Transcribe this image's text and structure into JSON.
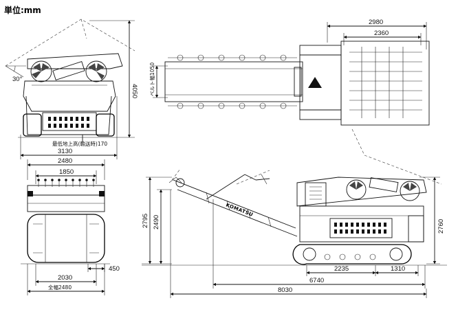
{
  "unit_label": "単位:mm",
  "brand_logo": "KOMATSU",
  "dimensions": {
    "front_angle": "30°",
    "front_height": "4050",
    "ground_clearance": "最低地上高(輸送時)170",
    "front_width": "3130",
    "top_overall_width": "2980",
    "top_hopper_width": "2360",
    "belt_width": "ベルト幅1050",
    "rear_overall_width": "2480",
    "rear_inner_width": "1850",
    "rear_track_gauge": "2030",
    "rear_track_shoe": "450",
    "rear_full_width": "全幅2480",
    "side_height_a": "2795",
    "side_height_b": "2490",
    "side_height_right": "2760",
    "side_len_2235": "2235",
    "side_len_1310": "1310",
    "side_len_6740": "6740",
    "side_len_8030": "8030"
  }
}
